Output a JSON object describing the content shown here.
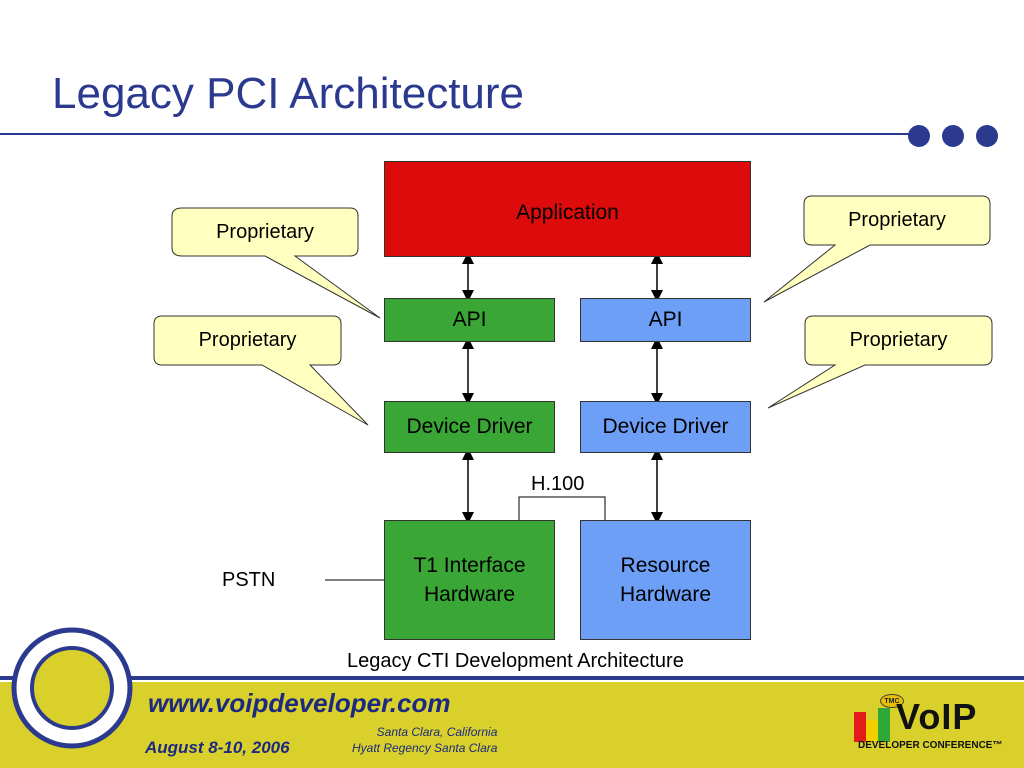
{
  "slide": {
    "title": "Legacy PCI Architecture"
  },
  "diagram": {
    "application": "Application",
    "api_left": "API",
    "api_right": "API",
    "driver_left": "Device Driver",
    "driver_right": "Device Driver",
    "t1_line1": "T1 Interface",
    "t1_line2": "Hardware",
    "resource_line1": "Resource",
    "resource_line2": "Hardware",
    "h100": "H.100",
    "pstn": "PSTN",
    "caption": "Legacy CTI Development Architecture",
    "callouts": [
      "Proprietary",
      "Proprietary",
      "Proprietary",
      "Proprietary"
    ]
  },
  "footer": {
    "url": "www.voipdeveloper.com",
    "date": "August 8-10, 2006",
    "venue_line1": "Santa Clara, California",
    "venue_line2": "Hyatt Regency Santa Clara",
    "logo_word": "VoIP",
    "logo_sub": "DEVELOPER CONFERENCE™",
    "logo_tmc": "TMC"
  },
  "colors": {
    "title": "#2b3a8f",
    "application": "#dd0b0b",
    "green_box": "#3aa636",
    "blue_box": "#6e9ff7",
    "callout_fill": "#ffffc0",
    "footer_band": "#d9d02c"
  }
}
